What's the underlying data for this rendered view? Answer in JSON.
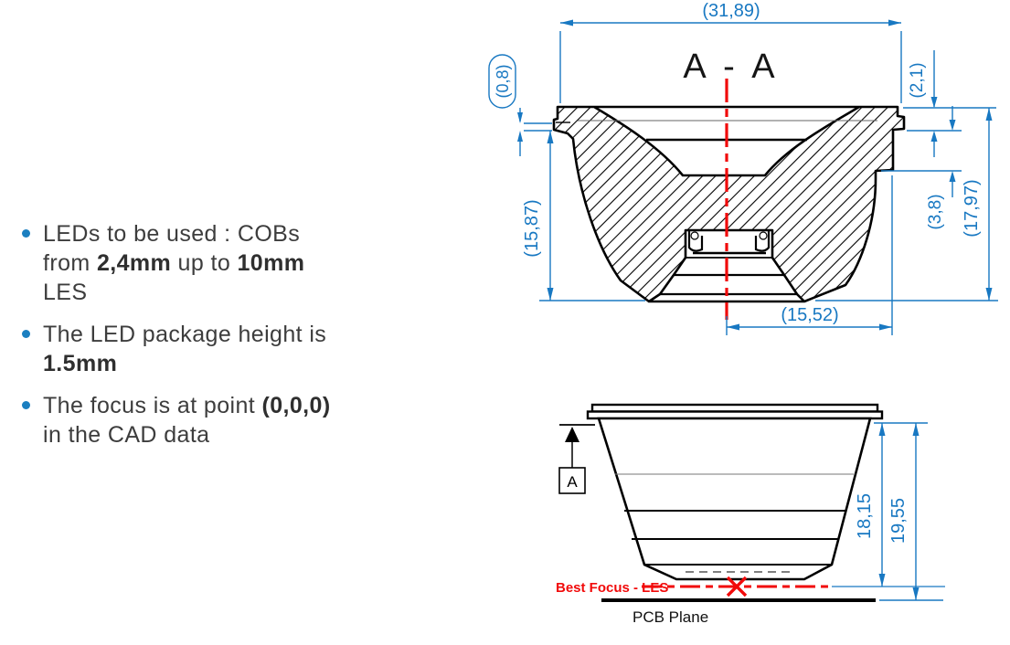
{
  "notes": {
    "items": [
      {
        "lines": [
          {
            "runs": [
              {
                "text": "LEDs to be used : COBs",
                "bold": false
              }
            ]
          },
          {
            "runs": [
              {
                "text": "from ",
                "bold": false
              },
              {
                "text": "2,4mm",
                "bold": true
              },
              {
                "text": " up to ",
                "bold": false
              },
              {
                "text": "10mm",
                "bold": true
              }
            ]
          },
          {
            "runs": [
              {
                "text": "LES",
                "bold": false
              }
            ]
          }
        ]
      },
      {
        "lines": [
          {
            "runs": [
              {
                "text": "The LED package height is",
                "bold": false
              }
            ]
          },
          {
            "runs": [
              {
                "text": "1.5mm",
                "bold": true
              }
            ]
          }
        ]
      },
      {
        "lines": [
          {
            "runs": [
              {
                "text": "The focus is at point ",
                "bold": false
              },
              {
                "text": "(0,0,0)",
                "bold": true
              }
            ]
          },
          {
            "runs": [
              {
                "text": "in the CAD data",
                "bold": false
              }
            ]
          }
        ]
      }
    ]
  },
  "section_view": {
    "title": "A - A",
    "dim_width": "(31,89)",
    "dim_lip": "(0,8)",
    "dim_rim_depth": "(2,1)",
    "dim_left_height": "(15,87)",
    "dim_step": "(3,8)",
    "dim_total_height": "(17,97)",
    "dim_base_width": "(15,52)"
  },
  "side_view": {
    "section_marker": "A",
    "dim_to_focus": "18,15",
    "dim_to_pcb": "19,55",
    "best_focus_label": "Best Focus - LES",
    "pcb_label": "PCB Plane"
  },
  "colors": {
    "dimension_blue": "#1878c2",
    "centerline_red": "#f10a0a",
    "bullet_blue": "#1b7fc0",
    "note_text_gray": "#3d3d3d",
    "drawing_black": "#000000"
  }
}
